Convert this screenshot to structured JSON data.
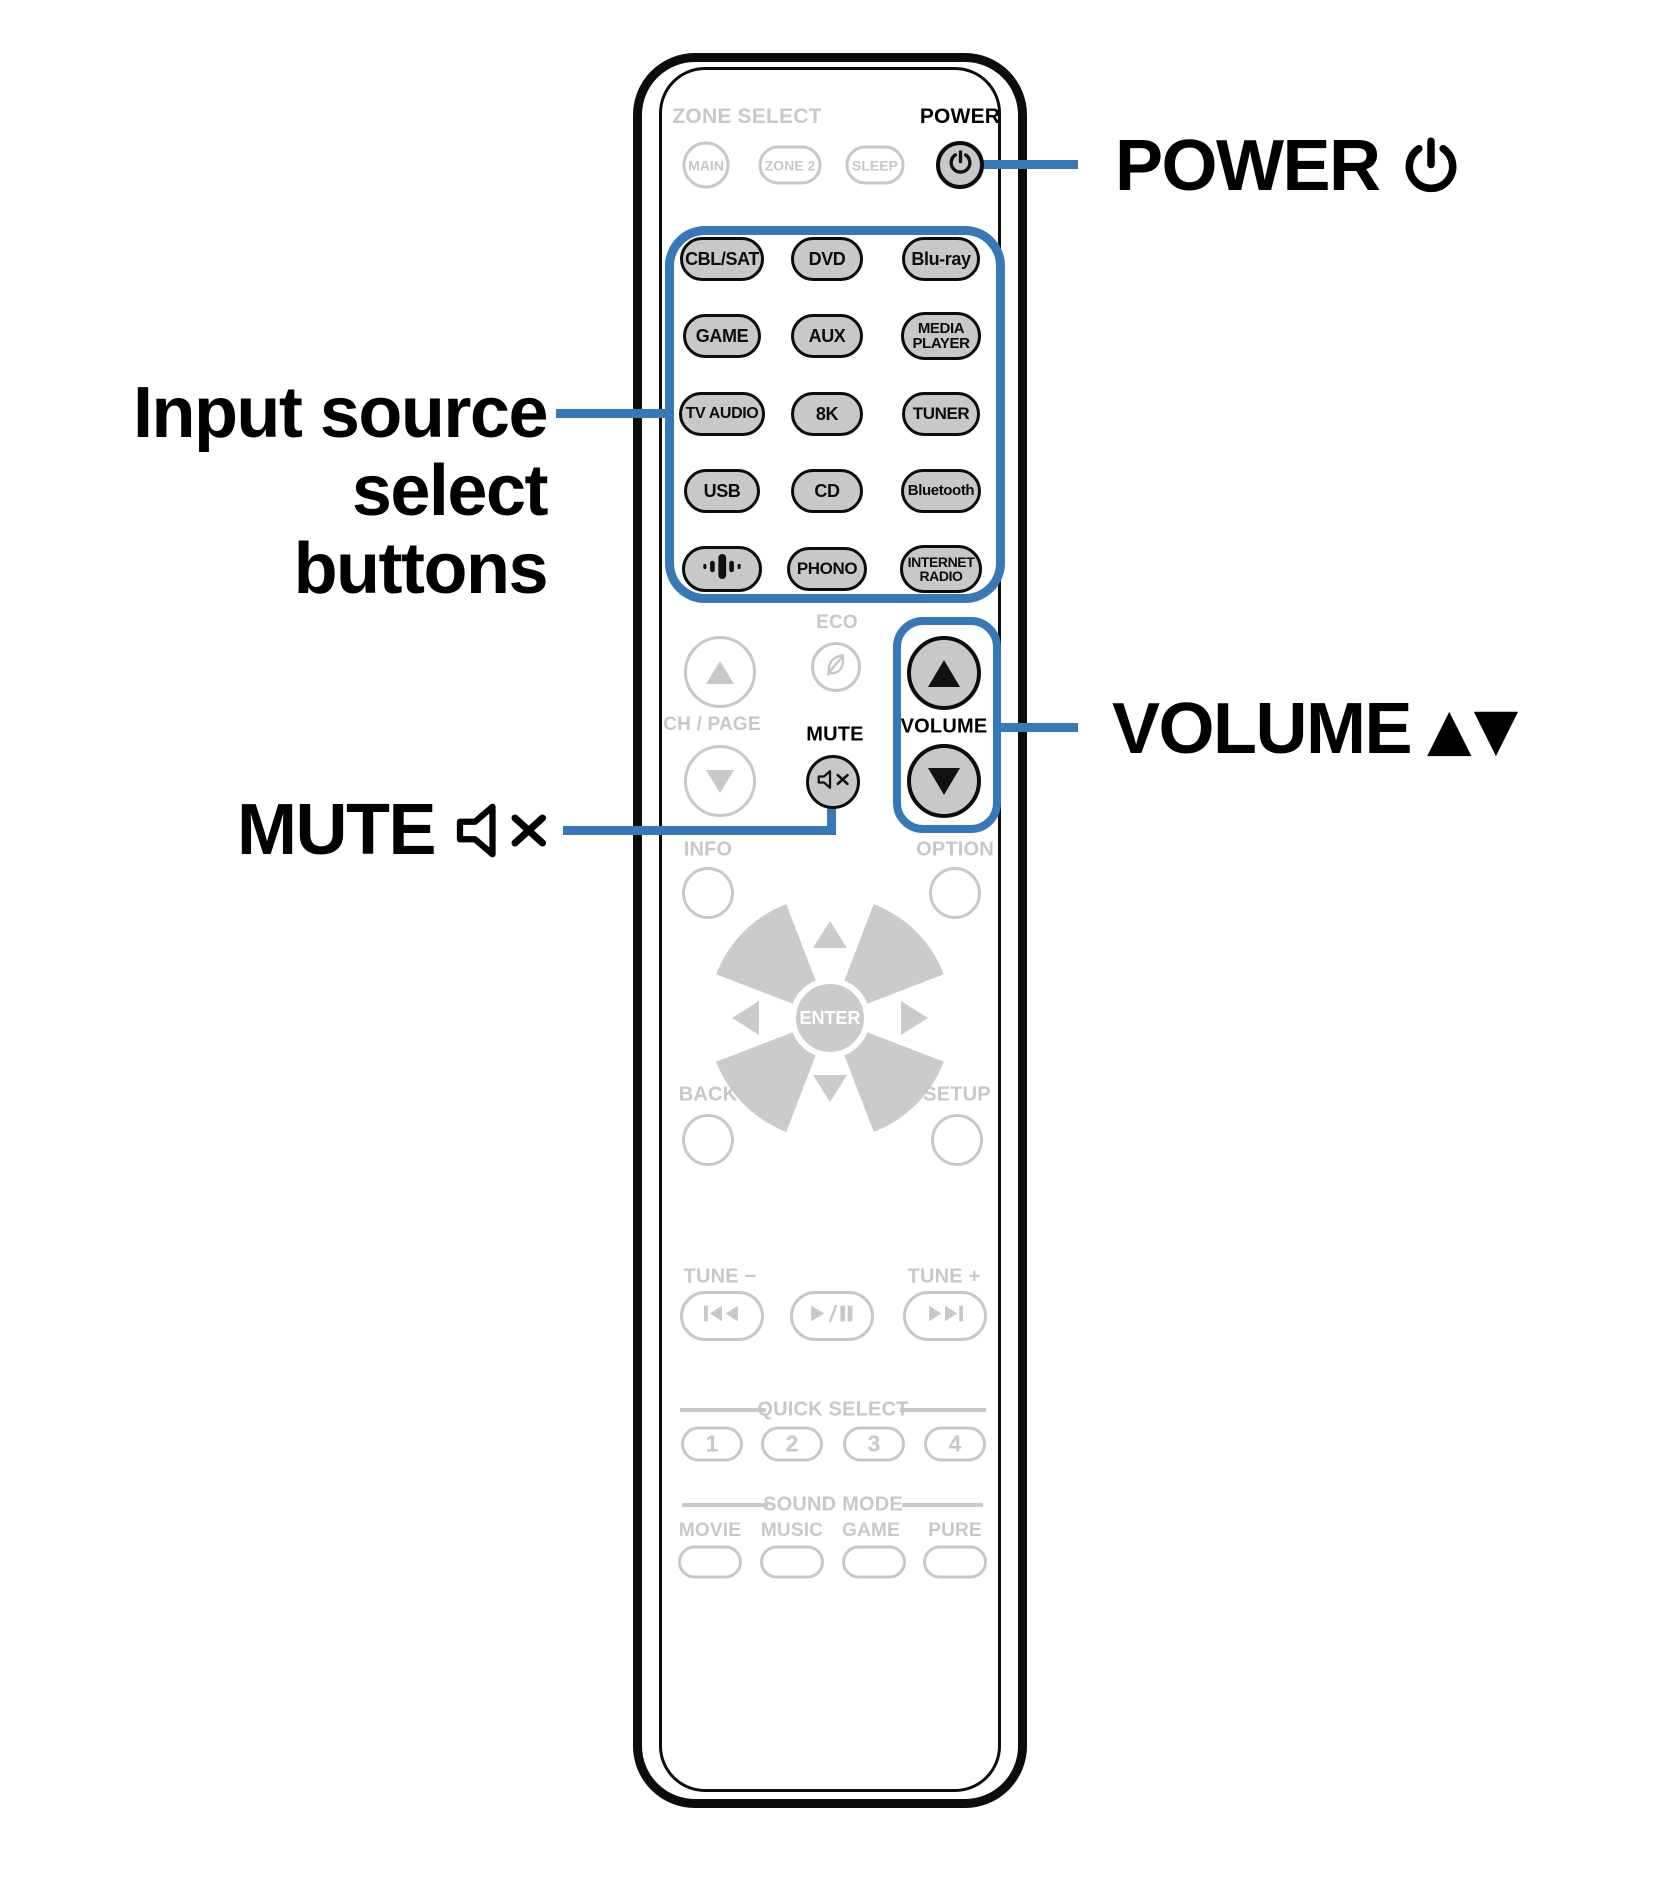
{
  "colors": {
    "accent_blue": "#3778b9",
    "button_fill": "#c8c8c8",
    "inactive_gray": "#c6c8ca"
  },
  "callouts": {
    "power": {
      "label": "POWER",
      "icon": "power-icon"
    },
    "input_source": {
      "line1": "Input source",
      "line2": "select",
      "line3": "buttons"
    },
    "mute": {
      "label": "MUTE",
      "icon": "mute-icon"
    },
    "volume": {
      "label": "VOLUME",
      "glyphs": "▲▼"
    }
  },
  "remote": {
    "zone_select_label": "ZONE SELECT",
    "zone_buttons": {
      "main": "MAIN",
      "zone2": "ZONE 2",
      "sleep": "SLEEP"
    },
    "power_label": "POWER",
    "inputs": {
      "cbl_sat": "CBL/SAT",
      "dvd": "DVD",
      "bluray": "Blu-ray",
      "game": "GAME",
      "aux": "AUX",
      "media_player": "MEDIA\nPLAYER",
      "tv_audio": "TV AUDIO",
      "eightk": "8K",
      "tuner": "TUNER",
      "usb": "USB",
      "cd": "CD",
      "bluetooth": "Bluetooth",
      "heos_icon": "heos-bars-icon",
      "phono": "PHONO",
      "internet_radio": "INTERNET\nRADIO"
    },
    "eco_label": "ECO",
    "ch_page_label": "CH / PAGE",
    "mute_label": "MUTE",
    "volume_label": "VOLUME",
    "info_label": "INFO",
    "option_label": "OPTION",
    "enter_label": "ENTER",
    "back_label": "BACK",
    "setup_label": "SETUP",
    "tune_minus_label": "TUNE −",
    "tune_plus_label": "TUNE +",
    "quick_select_label": "QUICK SELECT",
    "quick_buttons": [
      "1",
      "2",
      "3",
      "4"
    ],
    "sound_mode_label": "SOUND MODE",
    "sound_mode_buttons": [
      "MOVIE",
      "MUSIC",
      "GAME",
      "PURE"
    ]
  }
}
